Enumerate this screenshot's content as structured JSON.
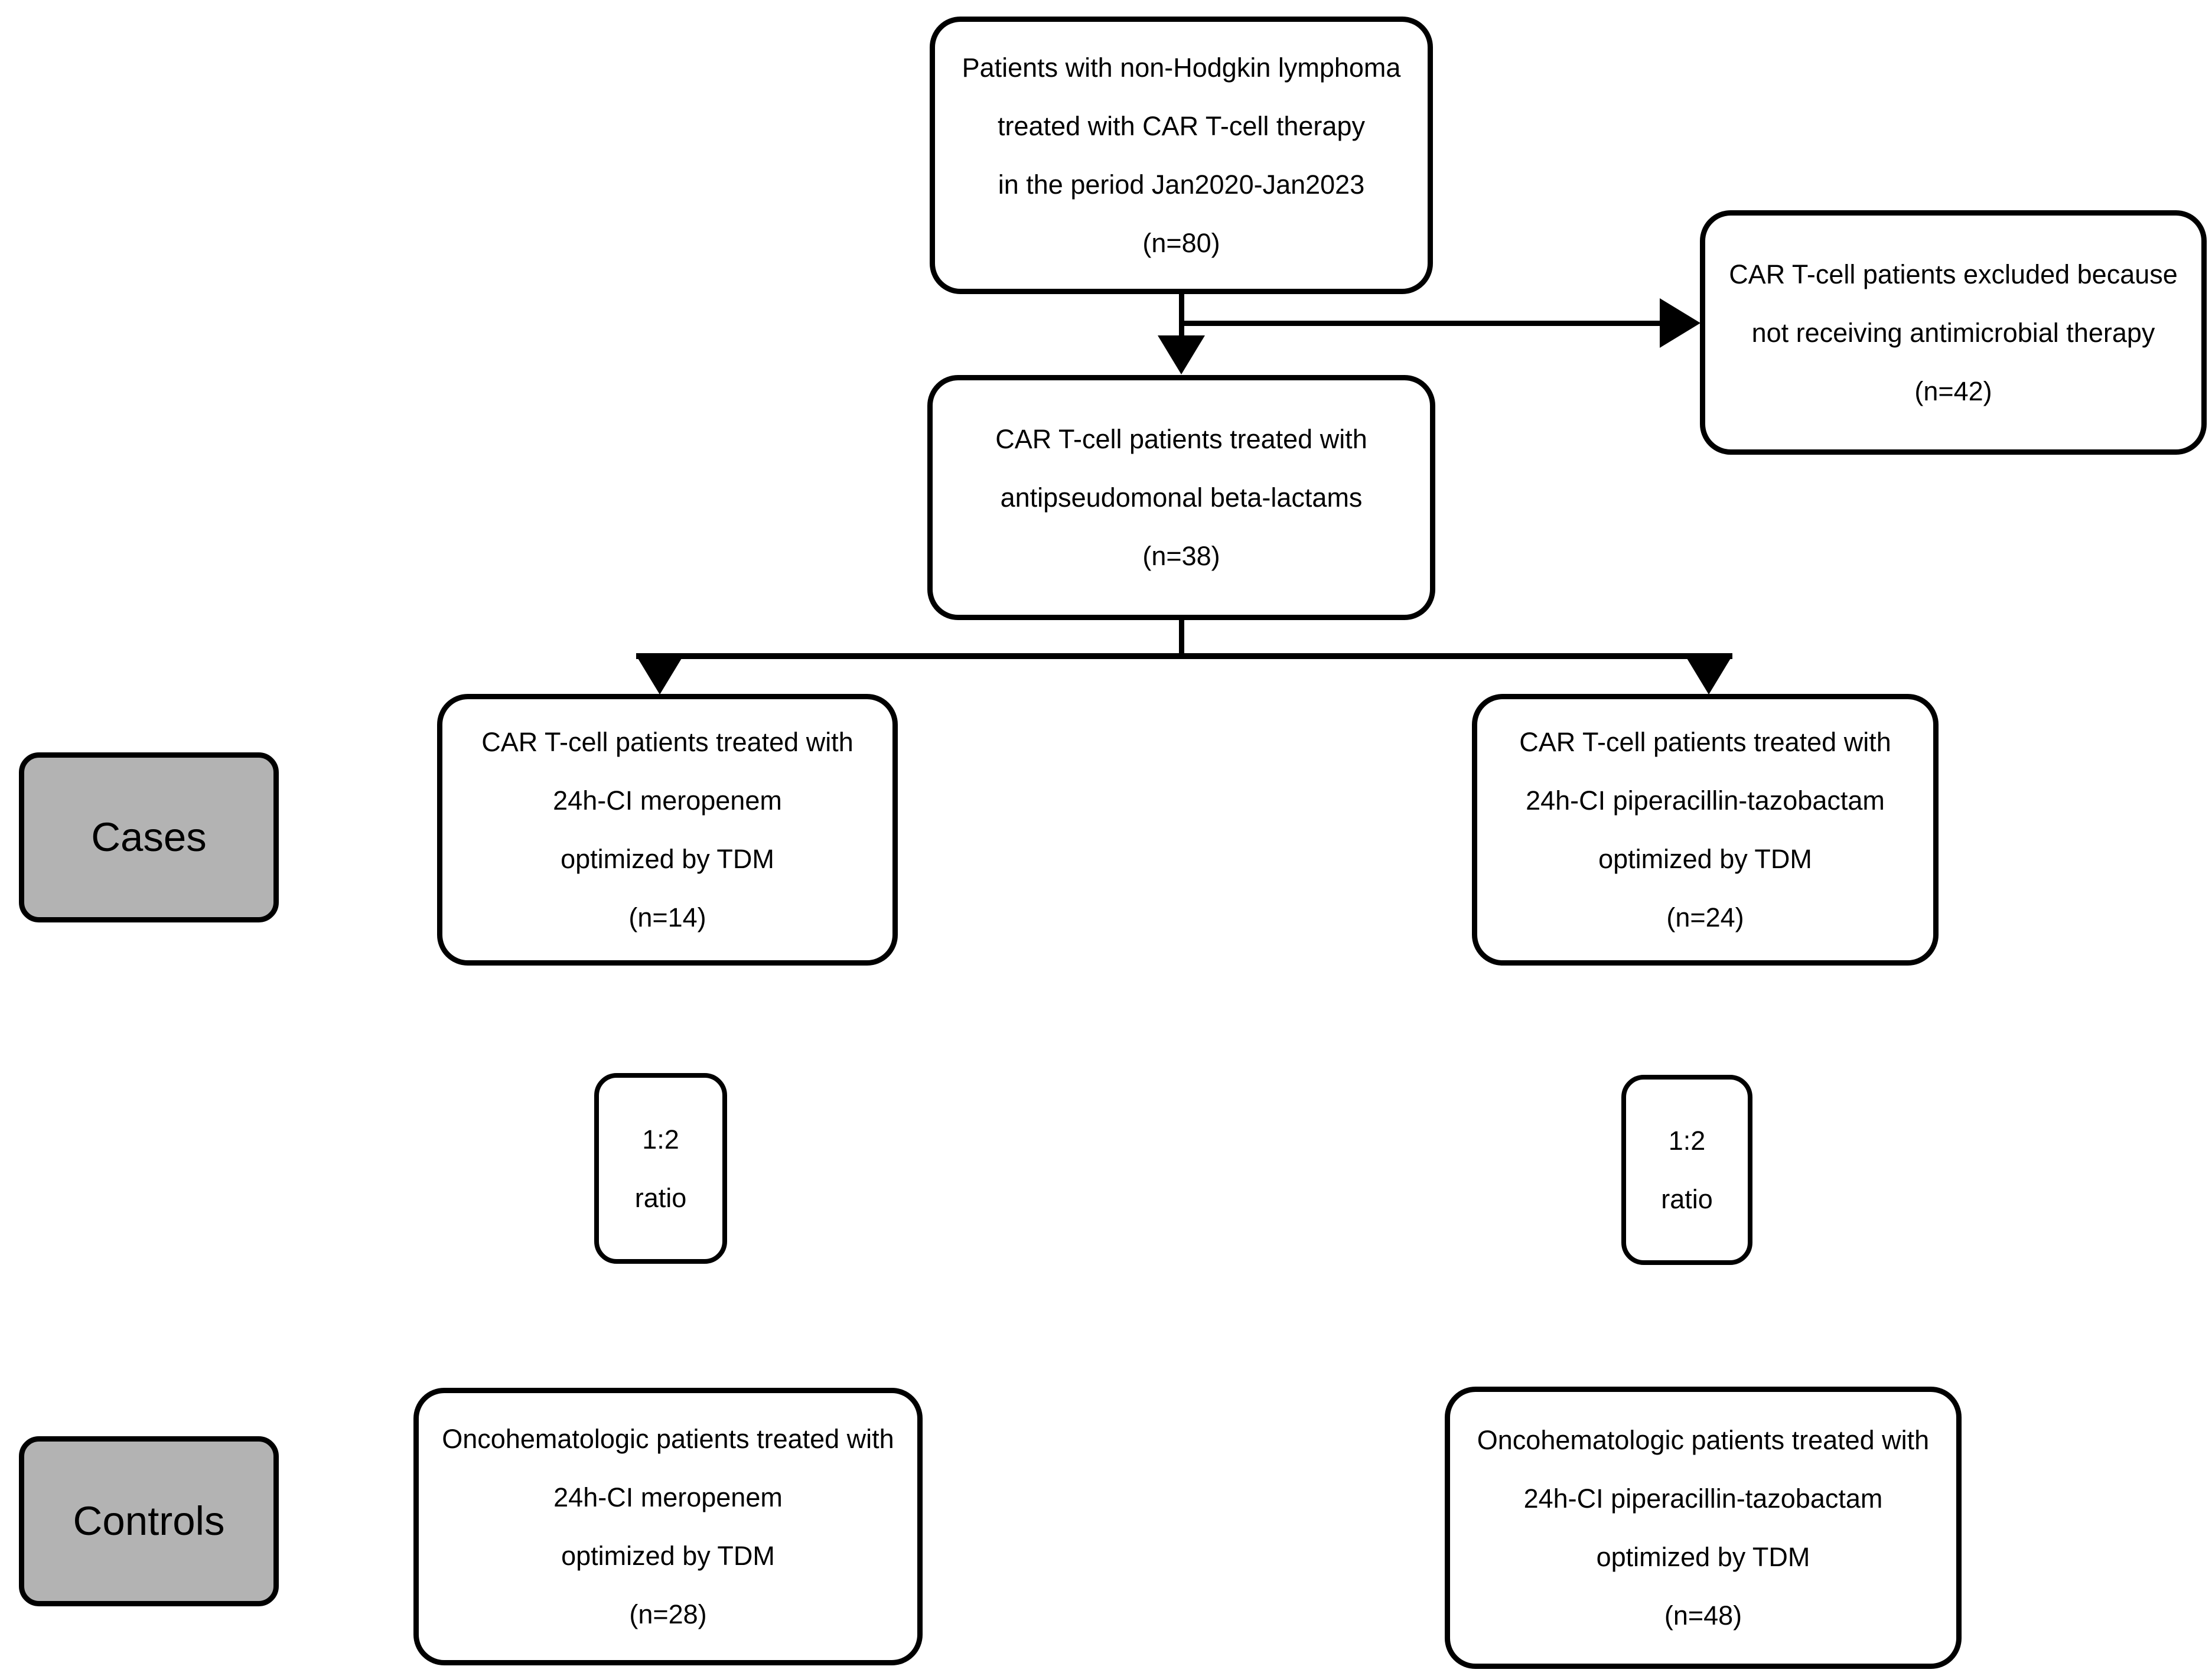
{
  "diagram": {
    "colors": {
      "background": "#ffffff",
      "node_border": "#000000",
      "node_fill": "#ffffff",
      "label_fill": "#b3b3b3",
      "text": "#000000"
    },
    "nodes": {
      "enrolled": {
        "lines": {
          "0": "Patients with non-Hodgkin lymphoma",
          "1": "treated with CAR T-cell therapy",
          "2": "in the period Jan2020-Jan2023",
          "3": "(n=80)"
        }
      },
      "excluded": {
        "lines": {
          "0": "CAR T-cell patients excluded because",
          "1": "not receiving antimicrobial therapy",
          "2": "(n=42)"
        }
      },
      "treated_betalactams": {
        "lines": {
          "0": "CAR T-cell patients treated with",
          "1": "antipseudomonal beta-lactams",
          "2": "(n=38)"
        }
      },
      "cases_label": {
        "label": "Cases"
      },
      "case_meropenem": {
        "lines": {
          "0": "CAR T-cell patients treated with",
          "1": "24h-CI meropenem",
          "2": "optimized by TDM",
          "3": "(n=14)"
        }
      },
      "case_piperacillin": {
        "lines": {
          "0": "CAR T-cell patients treated with",
          "1": "24h-CI piperacillin-tazobactam",
          "2": "optimized by TDM",
          "3": "(n=24)"
        }
      },
      "ratio_left": {
        "lines": {
          "0": "1:2",
          "1": "ratio"
        }
      },
      "ratio_right": {
        "lines": {
          "0": "1:2",
          "1": "ratio"
        }
      },
      "controls_label": {
        "label": "Controls"
      },
      "control_meropenem": {
        "lines": {
          "0": "Oncohematologic patients treated with",
          "1": "24h-CI meropenem",
          "2": "optimized by TDM",
          "3": "(n=28)"
        }
      },
      "control_piperacillin": {
        "lines": {
          "0": "Oncohematologic patients treated with",
          "1": "24h-CI piperacillin-tazobactam",
          "2": "optimized by TDM",
          "3": "(n=48)"
        }
      }
    }
  }
}
